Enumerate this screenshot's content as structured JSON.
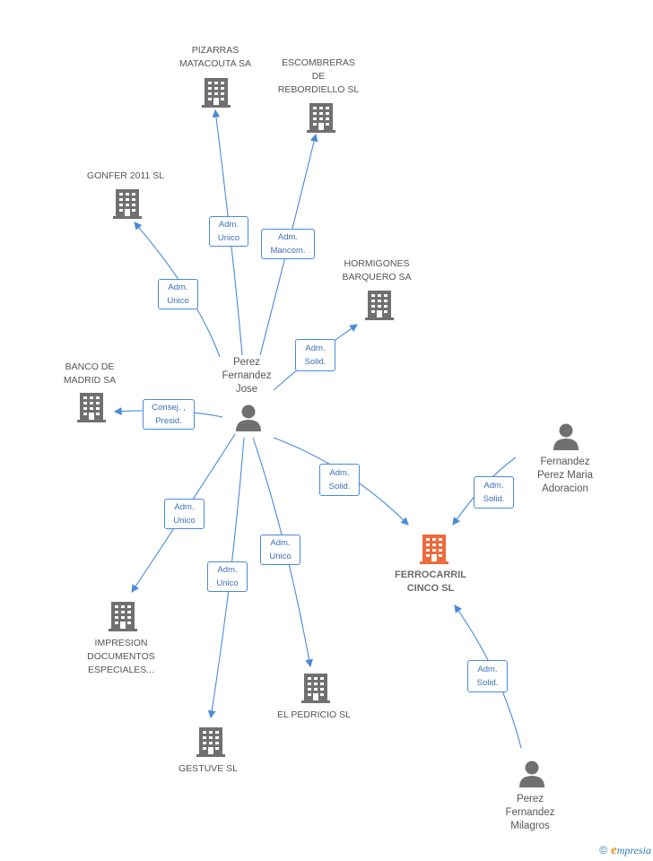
{
  "colors": {
    "edge": "#4a8ad8",
    "node": "#707070",
    "focus": "#ef6a3c"
  },
  "nodes": {
    "pizarras": {
      "label": "PIZARRAS\nMATACOUTA SA",
      "kind": "company"
    },
    "escombreras": {
      "label": "ESCOMBRERAS\nDE\nREBORDIELLO SL",
      "kind": "company"
    },
    "gonfer": {
      "label": "GONFER 2011 SL",
      "kind": "company"
    },
    "hormigones": {
      "label": "HORMIGONES\nBARQUERO SA",
      "kind": "company"
    },
    "banco": {
      "label": "BANCO DE\nMADRID SA",
      "kind": "company"
    },
    "perez_jose": {
      "label": "Perez\nFernandez\nJose",
      "kind": "person"
    },
    "fernandez_maria": {
      "label": "Fernandez\nPerez Maria\nAdoracion",
      "kind": "person"
    },
    "ferrocarril": {
      "label": "FERROCARRIL\nCINCO SL",
      "kind": "focus"
    },
    "impresion": {
      "label": "IMPRESION\nDOCUMENTOS\nESPECIALES...",
      "kind": "company"
    },
    "pedricio": {
      "label": "EL PEDRICIO SL",
      "kind": "company"
    },
    "gestuve": {
      "label": "GESTUVE SL",
      "kind": "company"
    },
    "perez_milagros": {
      "label": "Perez\nFernandez\nMilagros",
      "kind": "person"
    }
  },
  "relations": {
    "r_pizarras": "Adm.\nUnico",
    "r_escombreras": "Adm.\nMancom.",
    "r_gonfer": "Adm.\nUnico",
    "r_hormigones": "Adm.\nSolid.",
    "r_banco": "Consej. ,\nPresid.",
    "r_ferro_jose": "Adm.\nSolid.",
    "r_ferro_maria": "Adm.\nSolid.",
    "r_impresion": "Adm.\nUnico",
    "r_gestuve": "Adm.\nUnico",
    "r_pedricio": "Adm.\nUnico",
    "r_ferro_milagros": "Adm.\nSolid."
  },
  "footer": {
    "copyright": "©",
    "brand_initial": "e",
    "brand_rest": "mpresia"
  }
}
